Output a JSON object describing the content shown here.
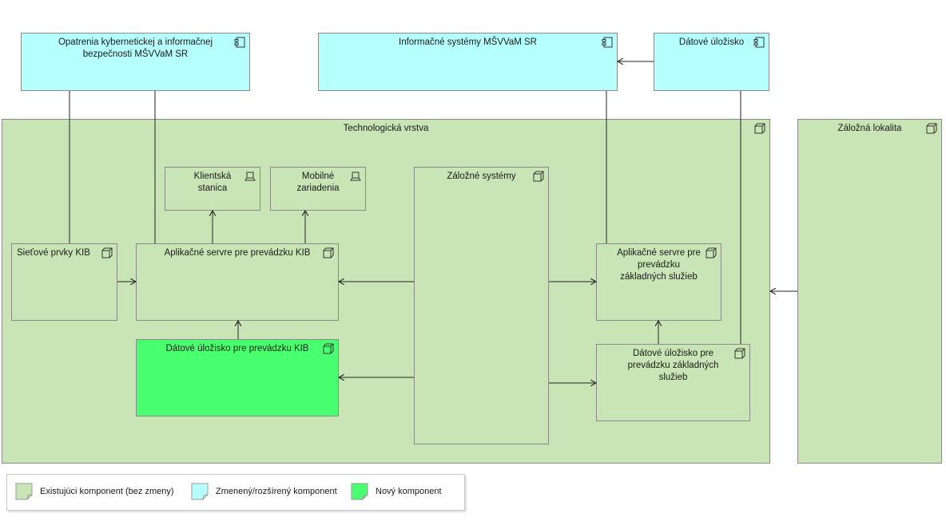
{
  "nodes": {
    "opatrenia": "Opatrenia kybernetickej a informačnej bezpečnosti MŠVVaM SR",
    "is_msvvam": "Informačné systémy MŠVVaM SR",
    "datove_ulozisko_top": "Dátové úložisko",
    "technologicka_vrstva": "Technologická vrstva",
    "zalozna_lokalita": "Záložná lokalita",
    "klientska_stanica": "Klientská stanica",
    "mobilne_zariadenia": "Mobilné zariadenia",
    "zalozne_systemy": "Záložné systémy",
    "sietove_prvky": "Sieťové prvky KIB",
    "aplikacne_servre_kib": "Aplikačné servre pre prevádzku KIB",
    "aplikacne_servre_zakl": "Aplikačné servre pre prevádzku základných služieb",
    "datove_ulozisko_kib": "Dátové úložisko pre prevádzku KIB",
    "datove_ulozisko_zakl": "Dátové úložisko pre prevádzku základných služieb"
  },
  "legend": {
    "existing": "Existujúci komponent (bez zmeny)",
    "changed": "Zmenený/rozšírený komponent",
    "new": "Nový komponent"
  },
  "colors": {
    "existing": "#c9e5b5",
    "changed": "#b5ffff",
    "new": "#48ff70"
  }
}
